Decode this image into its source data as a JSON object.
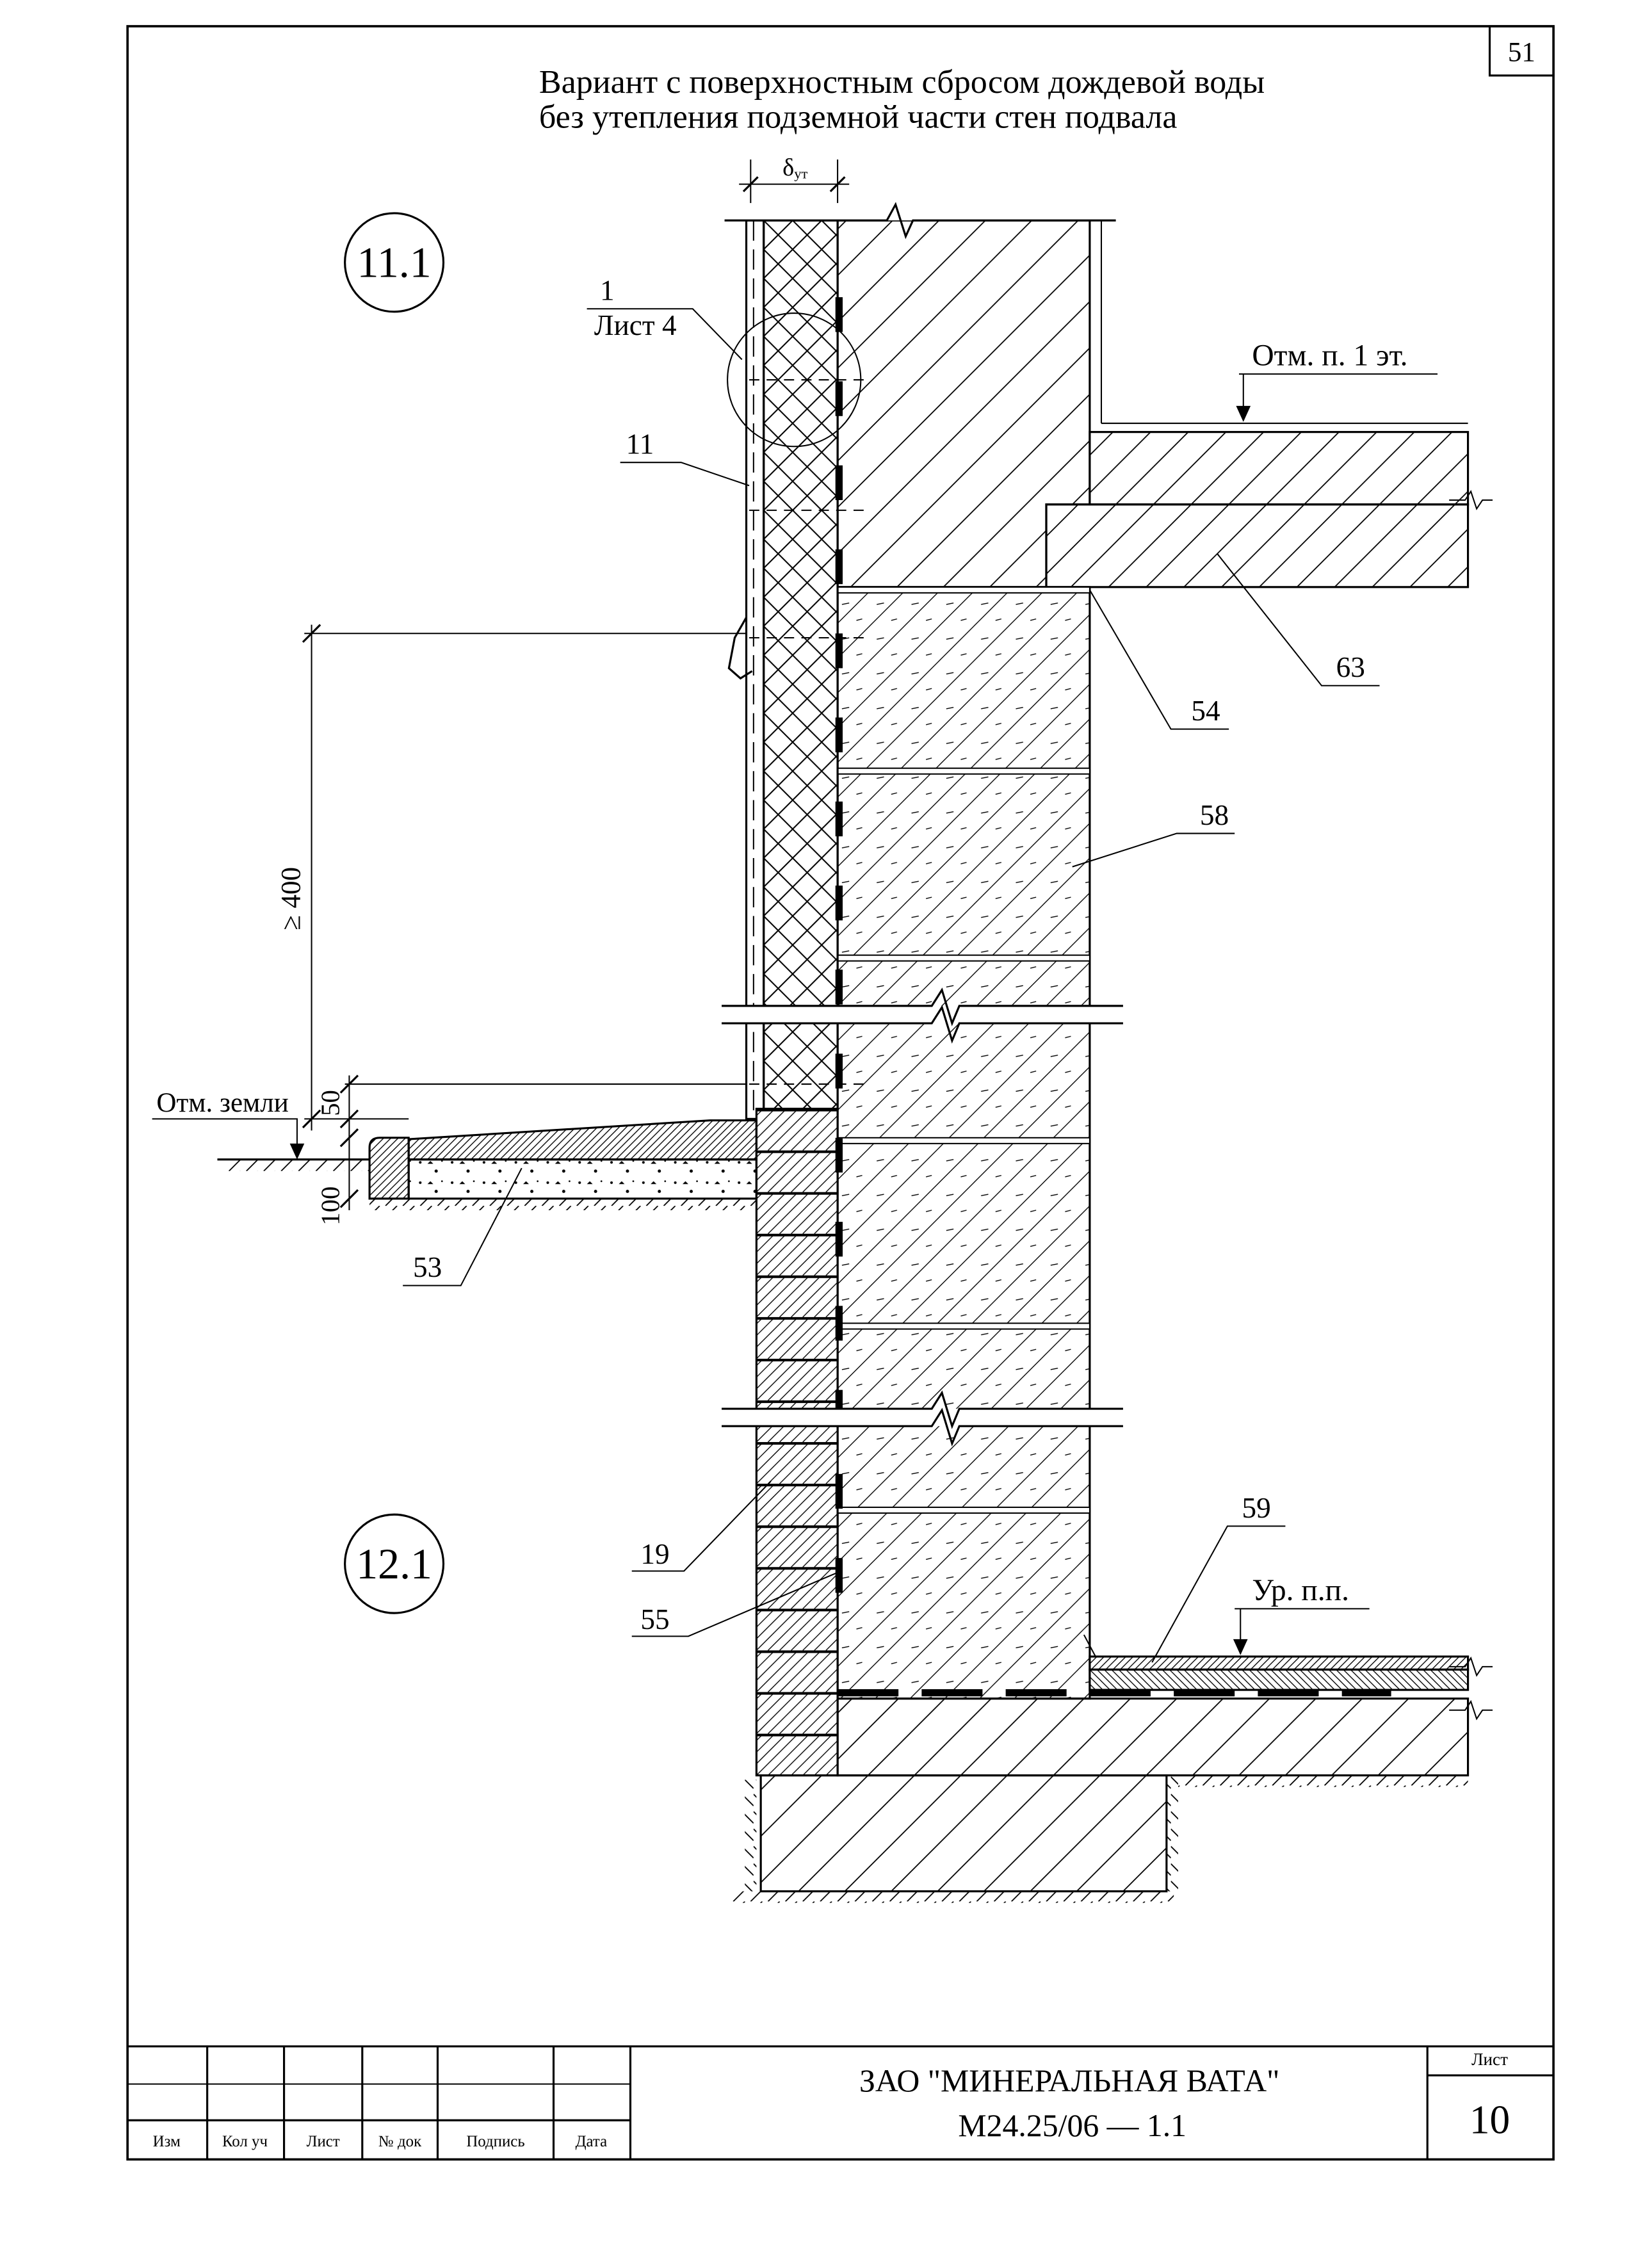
{
  "sheet": {
    "corner_number": "51",
    "title_line1": "Вариант с поверхностным сбросом дождевой воды",
    "title_line2": "без утепления подземной части стен подвала"
  },
  "drawing": {
    "insulation_dimension": {
      "symbol": "δ",
      "subscript": "ут"
    },
    "node_markers": {
      "top": "11.1",
      "bottom": "12.1"
    },
    "detail_reference": {
      "number": "1",
      "sheet": "Лист 4"
    },
    "elevations": {
      "first_floor": "Отм. п. 1 эт.",
      "ground": "Отм. земли",
      "basement_floor": "Ур. п.п."
    },
    "dimensions": {
      "plinth_height": "≥ 400",
      "offset": "50",
      "blind_area_depth": "100"
    },
    "callouts": {
      "c11": "11",
      "c63": "63",
      "c54": "54",
      "c58": "58",
      "c53": "53",
      "c59": "59",
      "c19": "19",
      "c55": "55"
    }
  },
  "title_block": {
    "columns": [
      "Изм",
      "Кол уч",
      "Лист",
      "№ док",
      "Подпись",
      "Дата"
    ],
    "organization": "ЗАО \"МИНЕРАЛЬНАЯ ВАТА\"",
    "document_code": "М24.25/06 — 1.1",
    "sheet_label": "Лист",
    "sheet_number": "10"
  }
}
